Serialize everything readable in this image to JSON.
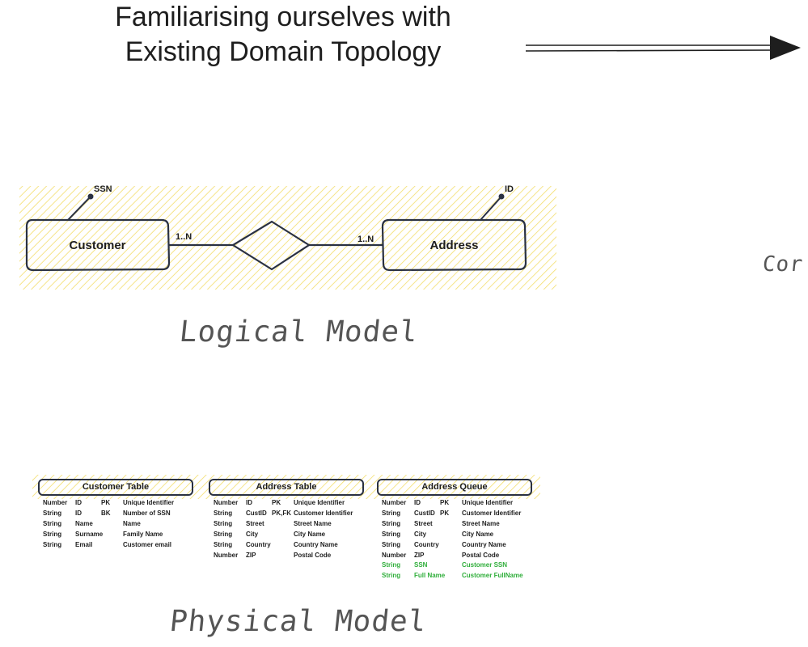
{
  "title": "Familiarising ourselves with Existing Domain Topology",
  "logical_caption": "Logical Model",
  "physical_caption": "Physical Model",
  "right_partial_label": "Cor",
  "colors": {
    "hatch": "#f3dd6a",
    "stroke": "#2a3142",
    "green_text": "#2fae3a",
    "caption": "#555555"
  },
  "logical": {
    "customer": "Customer",
    "address": "Address",
    "ssn": "SSN",
    "id": "ID",
    "card_left": "1..N",
    "card_right": "1..N"
  },
  "tables": [
    {
      "name": "Customer Table",
      "rows": [
        {
          "type": "Number",
          "field": "ID",
          "key": "PK",
          "desc": "Unique Identifier"
        },
        {
          "type": "String",
          "field": "ID",
          "key": "BK",
          "desc": "Number of SSN"
        },
        {
          "type": "String",
          "field": "Name",
          "key": "",
          "desc": "Name"
        },
        {
          "type": "String",
          "field": "Surname",
          "key": "",
          "desc": "Family Name"
        },
        {
          "type": "String",
          "field": "Email",
          "key": "",
          "desc": "Customer email"
        }
      ]
    },
    {
      "name": "Address Table",
      "rows": [
        {
          "type": "Number",
          "field": "ID",
          "key": "PK",
          "desc": "Unique Identifier"
        },
        {
          "type": "String",
          "field": "CustID",
          "key": "PK,FK",
          "desc": "Customer Identifier"
        },
        {
          "type": "String",
          "field": "Street",
          "key": "",
          "desc": "Street Name"
        },
        {
          "type": "String",
          "field": "City",
          "key": "",
          "desc": "City Name"
        },
        {
          "type": "String",
          "field": "Country",
          "key": "",
          "desc": "Country Name"
        },
        {
          "type": "Number",
          "field": "ZIP",
          "key": "",
          "desc": "Postal Code"
        }
      ]
    },
    {
      "name": "Address Queue",
      "rows": [
        {
          "type": "Number",
          "field": "ID",
          "key": "PK",
          "desc": "Unique Identifier"
        },
        {
          "type": "String",
          "field": "CustID",
          "key": "PK",
          "desc": "Customer Identifier"
        },
        {
          "type": "String",
          "field": "Street",
          "key": "",
          "desc": "Street Name"
        },
        {
          "type": "String",
          "field": "City",
          "key": "",
          "desc": "City Name"
        },
        {
          "type": "String",
          "field": "Country",
          "key": "",
          "desc": "Country Name"
        },
        {
          "type": "Number",
          "field": "ZIP",
          "key": "",
          "desc": "Postal Code"
        },
        {
          "type": "String",
          "field": "SSN",
          "key": "",
          "desc": "Customer SSN",
          "highlight": true
        },
        {
          "type": "String",
          "field": "Full Name",
          "key": "",
          "desc": "Customer FullName",
          "highlight": true
        }
      ]
    }
  ]
}
